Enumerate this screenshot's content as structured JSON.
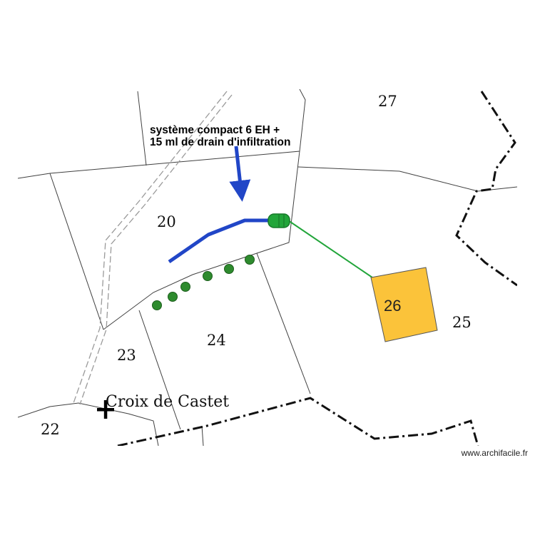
{
  "annotation": {
    "line1": "système compact 6 EH +",
    "line2": "15 ml de drain d'infiltration"
  },
  "parcels": {
    "p20": "20",
    "p22": "22",
    "p23": "23",
    "p24": "24",
    "p25": "25",
    "p26": "26",
    "p27": "27"
  },
  "place_name": "Croix de Castet",
  "watermark": "www.archifacile.fr",
  "colors": {
    "drain": "#2146c7",
    "connection": "#22a53a",
    "house_fill": "#fbc33a",
    "hedge": "#2e8b2e",
    "boundary": "#111111"
  },
  "icons": {
    "septic_tank": "septic-tank-icon",
    "cross": "cross-icon",
    "arrow": "arrow-down-icon",
    "shrub": "shrub-icon"
  }
}
